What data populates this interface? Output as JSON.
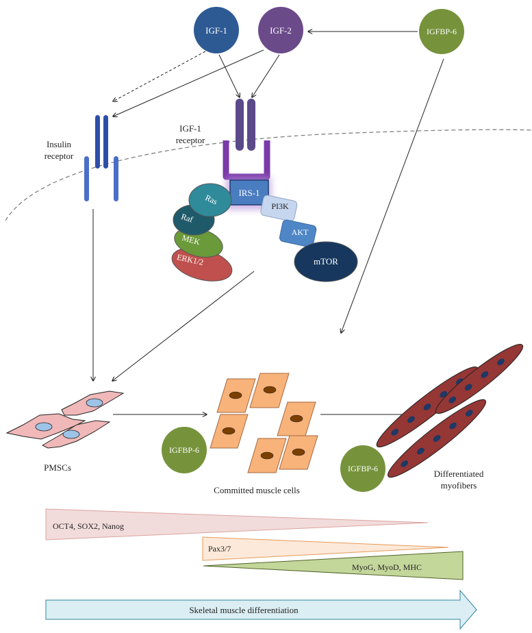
{
  "ligands": {
    "igf1": "IGF-1",
    "igf2": "IGF-2",
    "igfbp6_top": "IGFBP-6"
  },
  "receptors": {
    "insulin_line1": "Insulin",
    "insulin_line2": "receptor",
    "igf1r_line1": "IGF-1",
    "igf1r_line2": "receptor"
  },
  "signaling": {
    "irs1": "IRS-1",
    "ras": "Ras",
    "raf": "Raf",
    "mek": "MEK",
    "erk": "ERK1/2",
    "pi3k": "PI3K",
    "akt": "AKT",
    "mtor": "mTOR"
  },
  "cells": {
    "pmscs": "PMSCs",
    "committed": "Committed muscle cells",
    "igfbp6_committed": "IGFBP-6",
    "igfbp6_myofibers": "IGFBP-6",
    "myofibers_line1": "Differentiated",
    "myofibers_line2": "myofibers"
  },
  "markers": {
    "pluripotency": "OCT4, SOX2, Nanog",
    "pax": "Pax3/7",
    "myogenic": "MyoG, MyoD, MHC"
  },
  "arrow_label": "Skeletal muscle differentiation",
  "colors": {
    "igf1": "#2e5a94",
    "igf2": "#6b4a8a",
    "igfbp6": "#76933c",
    "insulin_receptor": "#3a5fb5",
    "igf1r_top": "#5a4a8a",
    "igf1r_bottom": "#7a3aa8",
    "irs1": "#4a7cc0",
    "ras": "#2f8a9a",
    "raf": "#1f5a6a",
    "mek": "#6a9a3a",
    "erk": "#c0504d",
    "pi3k": "#c5d6ee",
    "akt": "#4f86c6",
    "mtor": "#17375e",
    "pmsc_cell": "#f0b8b8",
    "pmsc_nucleus": "#9dc3e6",
    "committed_cell": "#f8b37a",
    "committed_nucleus": "#7b3f00",
    "myofiber": "#953735",
    "myofiber_nucleus": "#1f3864",
    "wedge_pluripotency": "#f2dcdb",
    "wedge_pax": "#fde9d9",
    "wedge_myogenic": "#c4d79b",
    "main_arrow": "#dbeef4"
  }
}
